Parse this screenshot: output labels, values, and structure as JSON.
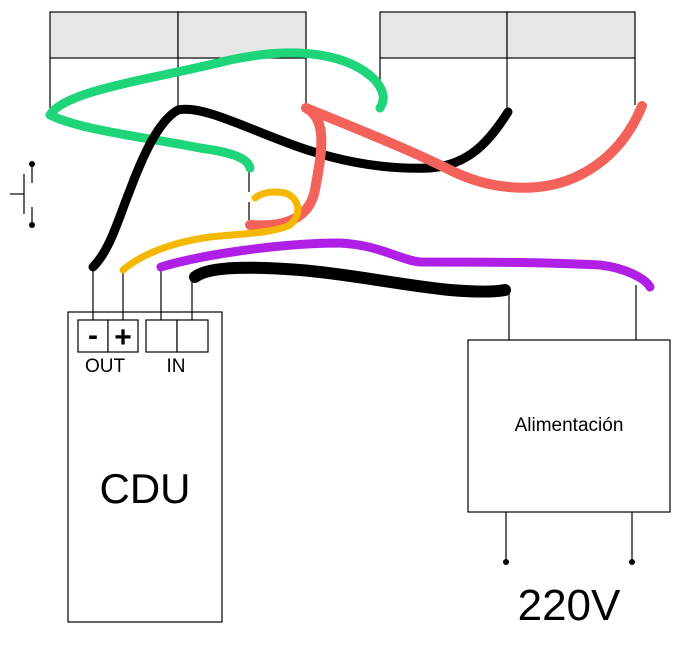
{
  "labels": {
    "cdu": "CDU",
    "out": "OUT",
    "in": "IN",
    "minus": "-",
    "plus": "+",
    "power_supply": "Alimentación",
    "mains": "220V"
  },
  "wire_colors": {
    "green": "#1fd57a",
    "black": "#000000",
    "red": "#f2625a",
    "yellow": "#f5b800",
    "purple": "#b01fe6"
  }
}
